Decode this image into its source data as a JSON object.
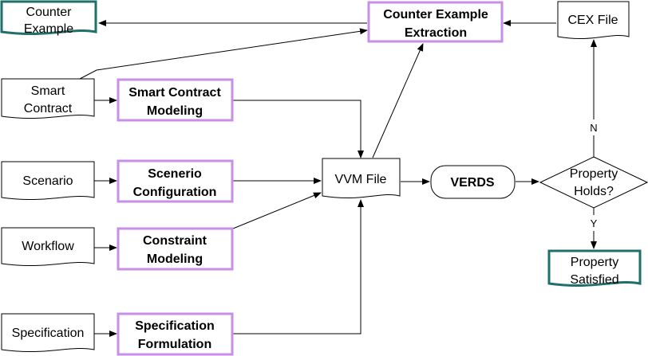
{
  "nodes": {
    "counter_example": [
      "Counter",
      "Example"
    ],
    "cex_extraction": [
      "Counter Example",
      "Extraction"
    ],
    "cex_file": "CEX File",
    "smart_contract": [
      "Smart",
      "Contract"
    ],
    "smart_contract_modeling": [
      "Smart Contract",
      "Modeling"
    ],
    "scenario": "Scenario",
    "scenario_config": [
      "Scenerio",
      "Configuration"
    ],
    "workflow": "Workflow",
    "constraint_modeling": [
      "Constraint",
      "Modeling"
    ],
    "specification": "Specification",
    "spec_formulation": [
      "Specification",
      "Formulation"
    ],
    "vvm_file": "VVM File",
    "verds": "VERDS",
    "property_holds": [
      "Property",
      "Holds?"
    ],
    "property_satisfied": [
      "Property",
      "Satisfied"
    ]
  },
  "edges": {
    "no_label": "N",
    "yes_label": "Y"
  },
  "colors": {
    "process_border": "#c98ee6",
    "terminal_border": "#1f6f6a",
    "line": "#000000"
  }
}
